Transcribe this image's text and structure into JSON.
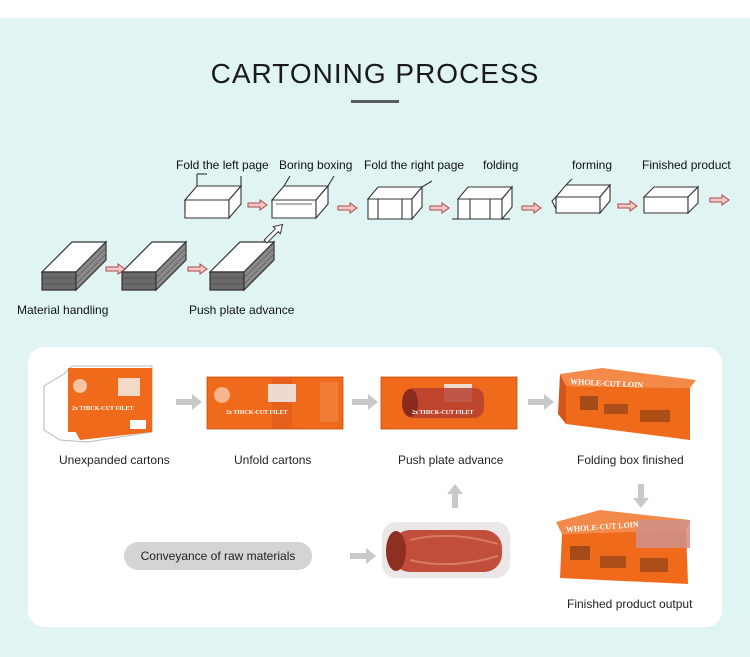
{
  "title": "CARTONING PROCESS",
  "top_steps": [
    {
      "label": "Fold the left page"
    },
    {
      "label": "Boring boxing"
    },
    {
      "label": "Fold the right page"
    },
    {
      "label": "folding"
    },
    {
      "label": "forming"
    },
    {
      "label": "Finished product"
    }
  ],
  "bottom_steps": {
    "material_handling": "Material handling",
    "push_plate_advance": "Push plate advance"
  },
  "panel": {
    "unexpanded": "Unexpanded cartons",
    "unfold": "Unfold cartons",
    "push_plate": "Push plate advance",
    "folding_box": "Folding box finished",
    "conveyance": "Conveyance of raw materials",
    "output": "Finished product output"
  },
  "carton_print": {
    "thick_cut": "2x THICK-CUT FILET",
    "whole_cut": "WHOLE-CUT LOIN"
  },
  "colors": {
    "background": "#e0f4f3",
    "carton_orange": "#f06a1c",
    "arrow_fill": "#f2c8c8",
    "arrow_stroke": "#b04848",
    "gray_arrow": "#c9c9c9"
  }
}
